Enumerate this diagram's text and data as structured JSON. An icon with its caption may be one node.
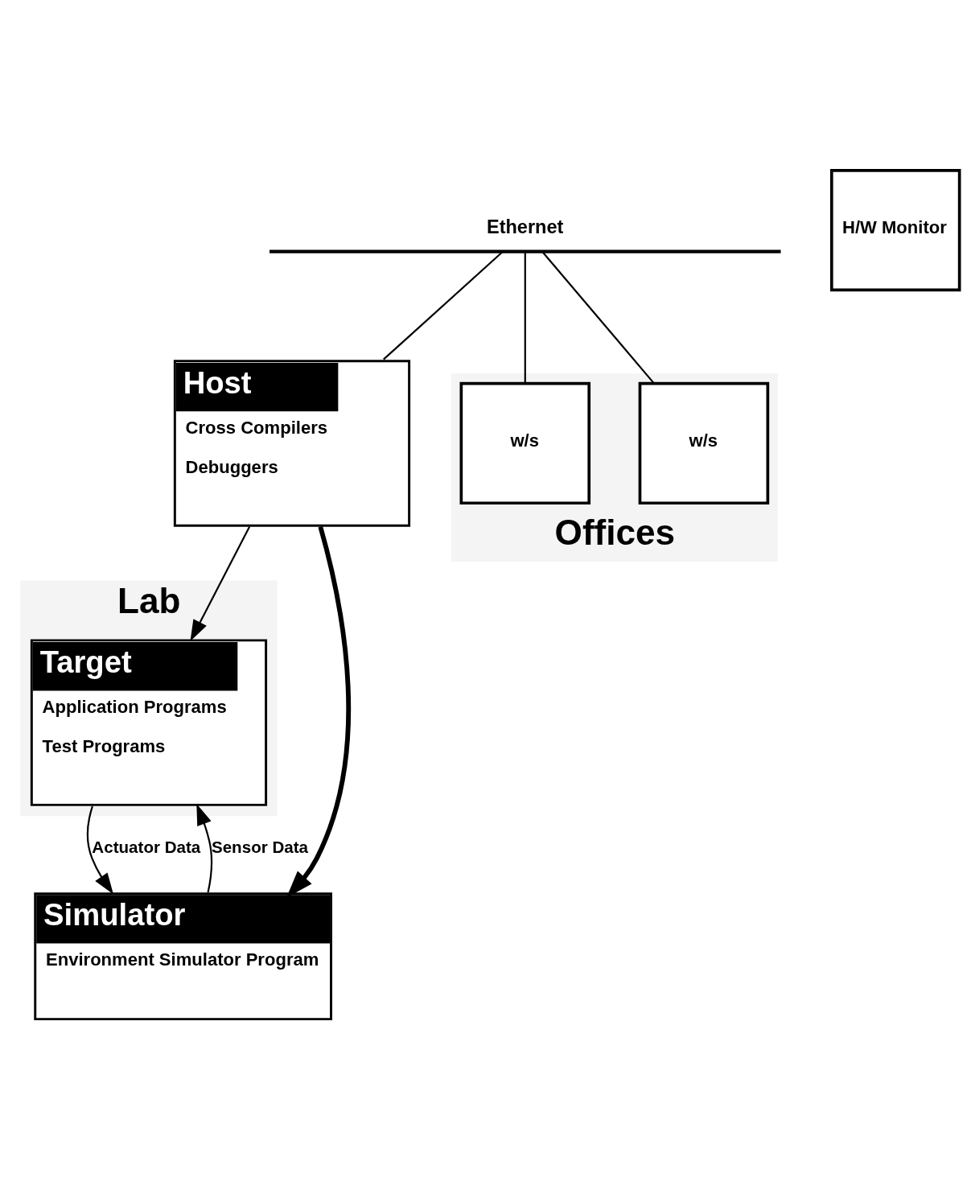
{
  "diagram": {
    "nodes": [
      {
        "text": [
          "Ethernet"
        ]
      },
      {
        "text": [
          "Host",
          "Cross Compilers",
          "Debuggers"
        ]
      },
      {
        "text": [
          "Offices"
        ]
      },
      {
        "text": [
          "w/s"
        ],
        "in": 2
      },
      {
        "text": [
          "w/s"
        ],
        "in": 2
      },
      {
        "text": [
          "Lab"
        ]
      },
      {
        "text": [
          "Target",
          "Application Programs",
          "Test Programs"
        ],
        "in": 5
      },
      {
        "text": [
          "H/W Monitor"
        ]
      },
      {
        "text": [
          "Simulator",
          "Environment Simulator Program"
        ]
      }
    ],
    "edges": [
      {
        "from": 0,
        "to": 1,
        "arrow": "none"
      },
      {
        "from": 0,
        "to": 3,
        "arrow": "none"
      },
      {
        "from": 0,
        "to": 4,
        "arrow": "none"
      },
      {
        "from": 1,
        "to": 6,
        "arrow": "to"
      },
      {
        "from": 1,
        "to": 8,
        "arrow": "to",
        "style": "thick"
      },
      {
        "from": 8,
        "to": 6,
        "arrow": "to",
        "label": "Sensor Data"
      },
      {
        "from": 6,
        "to": 8,
        "arrow": "to",
        "label": "Actuator Data"
      }
    ]
  }
}
